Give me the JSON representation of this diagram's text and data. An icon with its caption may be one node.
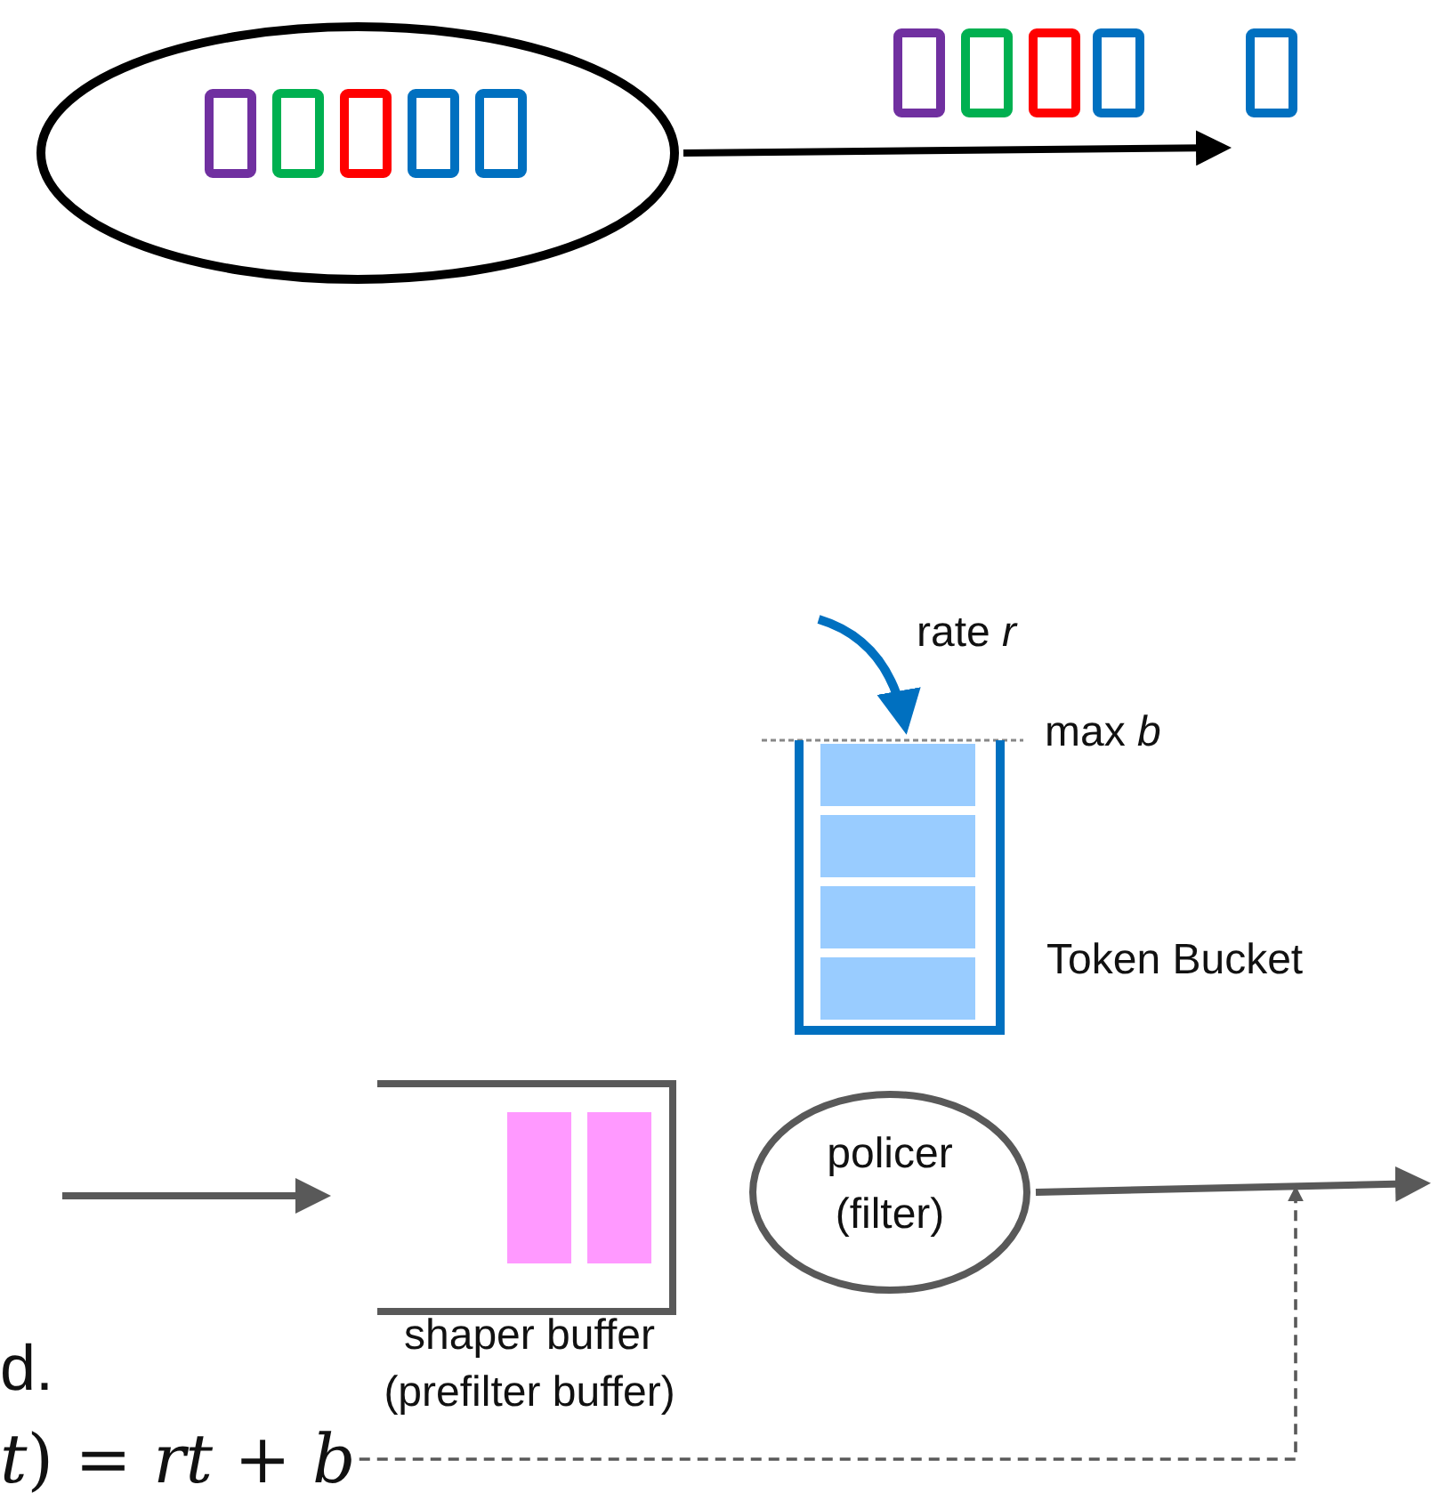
{
  "diagram": {
    "nodes": [
      {
        "text": [],
        "shape": "ellipse"
      },
      {
        "text": [],
        "shape": "box",
        "beside": [
          "shaper buffer (prefilter buffer)"
        ]
      },
      {
        "text": [
          "policer (filter)"
        ]
      },
      {
        "text": [],
        "shape": "bucket",
        "beside": [
          "Token Bucket"
        ]
      },
      {
        "text": [
          "*t*) = *rt* + *b*"
        ]
      }
    ],
    "edges": [
      {
        "from": 0,
        "to": null,
        "arrow": "to",
        "color": "#000000"
      },
      {
        "from": null,
        "to": 3,
        "arrow": "to",
        "label": "rate *r*",
        "color": "#0070c0"
      },
      {
        "from": null,
        "to": 1,
        "arrow": "to"
      },
      {
        "from": 2,
        "to": null,
        "arrow": "to"
      },
      {
        "from": 4,
        "to": null,
        "arrow": "to",
        "style": "dashed"
      }
    ],
    "labels": [
      "max *b*",
      "d."
    ]
  }
}
